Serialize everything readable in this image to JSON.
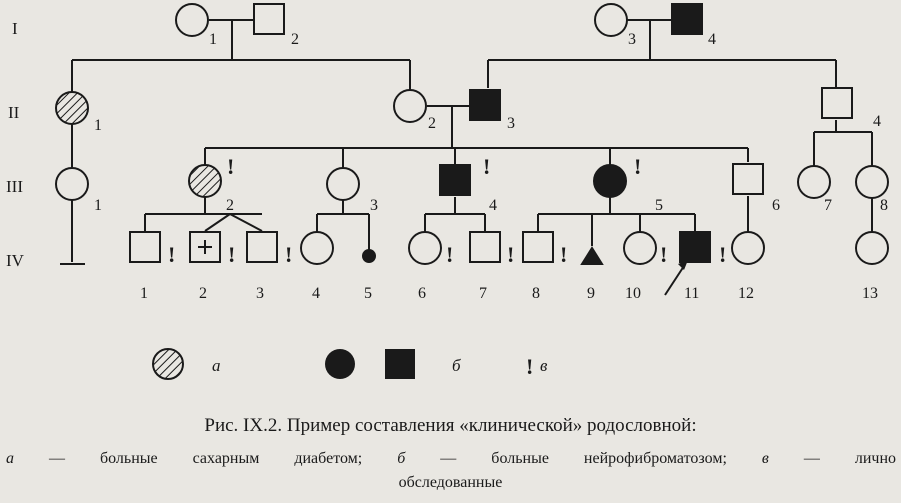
{
  "generations": [
    "I",
    "II",
    "III",
    "IV"
  ],
  "individuals": {
    "I_1": "1",
    "I_2": "2",
    "I_3": "3",
    "I_4": "4",
    "II_1": "1",
    "II_2": "2",
    "II_3": "3",
    "II_4": "4",
    "III_1": "1",
    "III_2": "2",
    "III_3": "3",
    "III_4": "4",
    "III_5": "5",
    "III_6": "6",
    "III_7": "7",
    "III_8": "8",
    "IV_1": "1",
    "IV_2": "2",
    "IV_3": "3",
    "IV_4": "4",
    "IV_5": "5",
    "IV_6": "6",
    "IV_7": "7",
    "IV_8": "8",
    "IV_9": "9",
    "IV_10": "10",
    "IV_11": "11",
    "IV_12": "12",
    "IV_13": "13"
  },
  "examined_mark": "!",
  "legend": {
    "a": "а",
    "b": "б",
    "v": "в"
  },
  "caption": {
    "title": "Рис. IX.2. Пример составления «клинической» родословной:",
    "a_key": "а",
    "a_text": " — больные сахарным диабетом; ",
    "b_key": "б",
    "b_text": " — больные нейрофиброматозом; ",
    "v_key": "в",
    "v_text": " — лично",
    "line2": "обследованные"
  },
  "colors": {
    "ink": "#1a1a1a",
    "paper": "#e9e7e2"
  }
}
